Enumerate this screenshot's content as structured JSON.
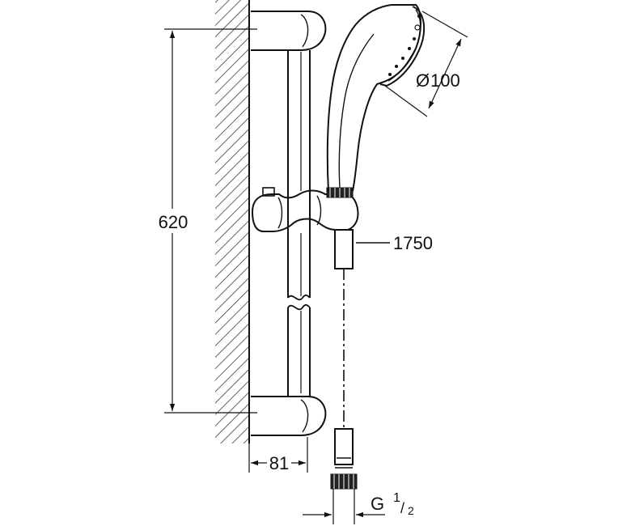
{
  "drawing": {
    "dimensions": {
      "rail_length": "620",
      "wall_offset": "81",
      "hose_length": "1750",
      "head_diameter_symbol": "Ø",
      "head_diameter_value": "100",
      "thread_prefix": "G",
      "thread_num": "1",
      "thread_den": "2"
    }
  }
}
